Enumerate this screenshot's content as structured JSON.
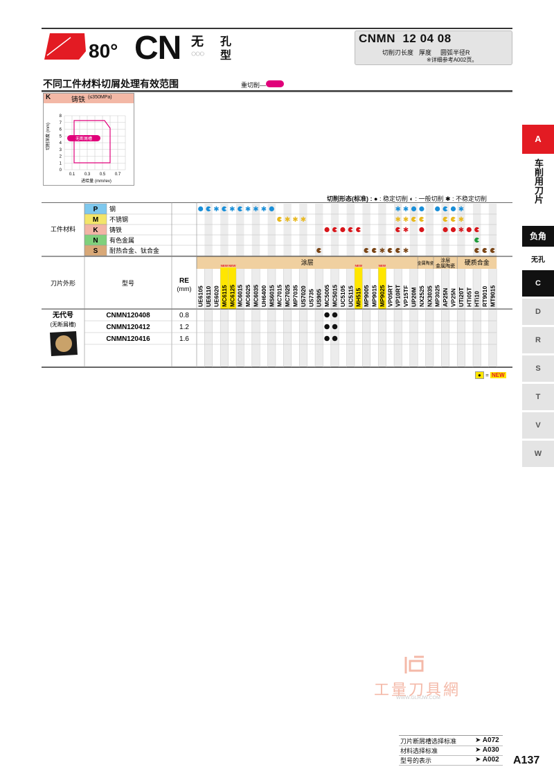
{
  "header": {
    "angle": "80°",
    "shape_code": "CN",
    "no_hole_char": "无",
    "hole_char_top": "孔",
    "hole_char_bottom": "型",
    "code_letters": "CNMN",
    "code_size": "12",
    "code_thick": "04",
    "code_radius": "08",
    "label_edge": "切削刃长度",
    "label_thick": "厚度",
    "label_radius": "圆弧半径R",
    "note": "※详细参考A002页。"
  },
  "section": {
    "title": "不同工件材料切屑处理有效范围",
    "heavy_label": "重切削—"
  },
  "kchart": {
    "mat_code": "K",
    "mat_name": "铸铁",
    "mat_cond": "(≤350MPa)",
    "ylabel": "切削深度 (mm)",
    "xlabel": "进给量 (mm/rev)",
    "yticks": [
      "8",
      "7",
      "6",
      "5",
      "4",
      "3",
      "2",
      "1",
      "0"
    ],
    "xticks": [
      "0.1",
      "0.3",
      "0.5",
      "0.7"
    ],
    "region_label": "无断屑槽"
  },
  "legend": {
    "title": "切削形态(标准) :",
    "stable": "稳定切削",
    "general": "一般切削",
    "unstable": "不稳定切削"
  },
  "table": {
    "workpiece_label": "工件材料",
    "materials": [
      {
        "code": "P",
        "name": "钢",
        "color": "#7ec8ee"
      },
      {
        "code": "M",
        "name": "不锈钢",
        "color": "#f3e56a"
      },
      {
        "code": "K",
        "name": "铸铁",
        "color": "#f2b5a5"
      },
      {
        "code": "N",
        "name": "有色金属",
        "color": "#7fd07c"
      },
      {
        "code": "S",
        "name": "耐热合金、钛合金",
        "color": "#d8a877"
      }
    ],
    "shape_label": "刀片外形",
    "model_label": "型号",
    "re_label": "RE",
    "re_unit": "(mm)",
    "group_coated": "涂层",
    "group_cermet": "金属陶瓷",
    "group_coated_cermet_top": "涂层",
    "group_coated_cermet_bot": "金属陶瓷",
    "group_carbide": "硬质合金",
    "new_tag": "NEW",
    "grades": [
      "UE6105",
      "UE6110",
      "UE6020",
      "MC6115",
      "MC6125",
      "MC6015",
      "MC6025",
      "MC6035",
      "UH6400",
      "MS6015",
      "MC7015",
      "MC7025",
      "MP7035",
      "US7020",
      "US735",
      "US905",
      "MC5005",
      "MC5015",
      "UC5105",
      "UC5115",
      "MH515",
      "MP9005",
      "MP9015",
      "MP9025",
      "VP05RT",
      "VP10RT",
      "VP15TF",
      "UP20M",
      "NX2525",
      "NX3035",
      "MP3025",
      "AP25N",
      "VP25N",
      "UTi20T",
      "HTi05T",
      "HTi10",
      "RT9010",
      "MT9015"
    ],
    "new_grades": [
      3,
      4,
      20,
      23
    ],
    "chipbreaker_label": "无代号",
    "chipbreaker_sub": "(无断屑槽)",
    "rows": [
      {
        "model": "CNMN120408",
        "re": "0.8"
      },
      {
        "model": "CNMN120412",
        "re": "1.2"
      },
      {
        "model": "CNMN120416",
        "re": "1.6"
      }
    ],
    "marks": {
      "P": [
        "s",
        "g",
        "u",
        "g",
        "u",
        "g",
        "u",
        "u",
        "u",
        "s",
        "",
        "",
        "",
        "",
        "",
        "",
        "",
        "",
        "",
        "",
        "",
        "",
        "",
        "",
        "",
        "u",
        "u",
        "s",
        "s",
        "",
        "s",
        "g",
        "s",
        "u",
        "",
        "",
        "",
        ""
      ],
      "M": [
        "",
        "",
        "",
        "",
        "",
        "",
        "",
        "",
        "",
        "",
        "g",
        "u",
        "u",
        "u",
        "",
        "",
        "",
        "",
        "",
        "",
        "",
        "",
        "",
        "",
        "",
        "u",
        "u",
        "g",
        "g",
        "",
        "",
        "g",
        "g",
        "u",
        "",
        "",
        "",
        ""
      ],
      "K": [
        "",
        "",
        "",
        "",
        "",
        "",
        "",
        "",
        "",
        "",
        "",
        "",
        "",
        "",
        "",
        "",
        "s",
        "g",
        "s",
        "g",
        "g",
        "",
        "",
        "",
        "",
        "g",
        "u",
        "",
        "s",
        "",
        "",
        "s",
        "s",
        "u",
        "s",
        "g",
        "",
        ""
      ],
      "N": [
        "",
        "",
        "",
        "",
        "",
        "",
        "",
        "",
        "",
        "",
        "",
        "",
        "",
        "",
        "",
        "",
        "",
        "",
        "",
        "",
        "",
        "",
        "",
        "",
        "",
        "",
        "",
        "",
        "",
        "",
        "",
        "",
        "",
        "",
        "",
        "g",
        "",
        ""
      ],
      "S": [
        "",
        "",
        "",
        "",
        "",
        "",
        "",
        "",
        "",
        "",
        "",
        "",
        "",
        "",
        "",
        "g",
        "",
        "",
        "",
        "",
        "",
        "g",
        "g",
        "u",
        "g",
        "g",
        "u",
        "",
        "",
        "",
        "",
        "",
        "",
        "",
        "",
        "g",
        "g",
        "g"
      ]
    },
    "row_marks": [
      [
        16,
        17
      ],
      [
        16,
        17
      ],
      [
        16,
        17
      ]
    ]
  },
  "newlegend": {
    "eq": "=",
    "new": "NEW"
  },
  "tabs": {
    "a": "A",
    "turning": "车削用刀片",
    "negative": "负角",
    "nohole": "无孔",
    "letters": [
      "C",
      "D",
      "R",
      "S",
      "T",
      "V",
      "W"
    ]
  },
  "watermark": {
    "text": "工量刀具網",
    "url": "WWW.GLRJW.COM"
  },
  "footer": [
    {
      "label": "刀片断屑槽选择标准",
      "ref": "➤ A072"
    },
    {
      "label": "材料选择标准",
      "ref": "➤ A030"
    },
    {
      "label": "型号的表示",
      "ref": "➤ A002"
    }
  ],
  "page_number": "A137",
  "colors": {
    "red": "#e31b23",
    "magenta": "#e0007a",
    "blue": "#1a8fd8",
    "yellow": "#e8b81e",
    "red_mark": "#d8161b",
    "green": "#1e9b3a",
    "brown": "#7a4516",
    "header_band": "#f0d0a0"
  }
}
